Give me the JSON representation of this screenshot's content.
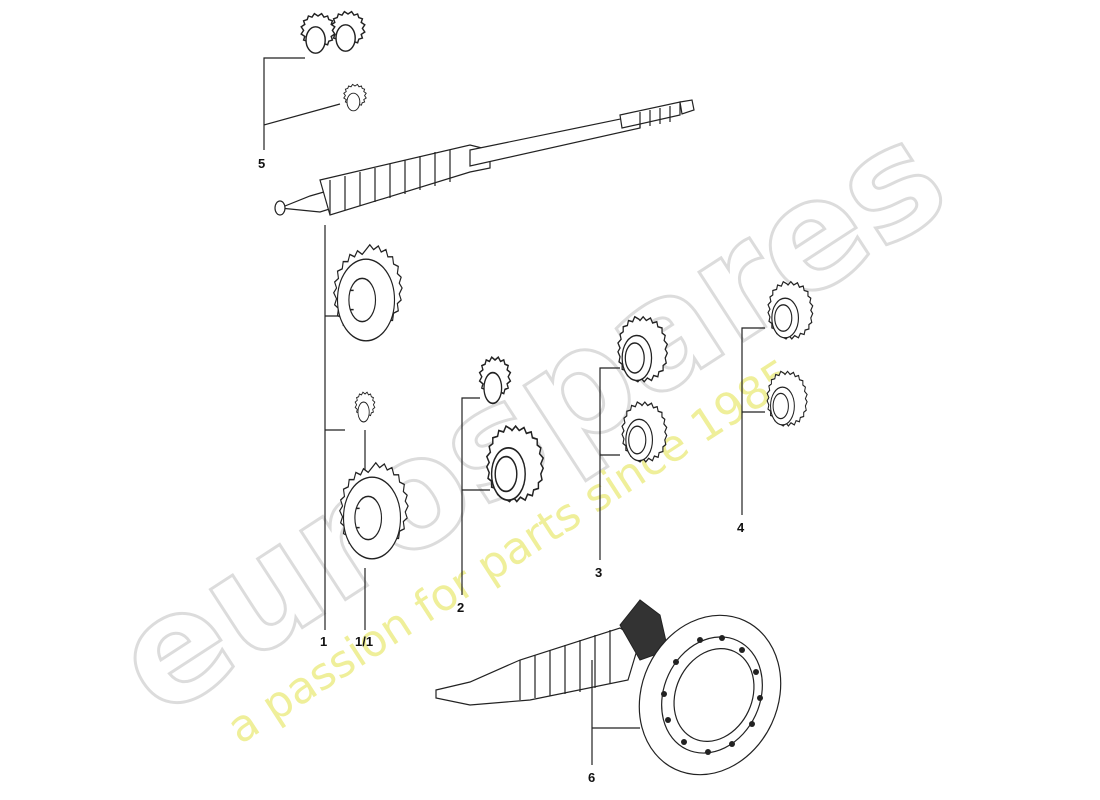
{
  "watermark": {
    "brand": "eurospares",
    "tagline": "a passion for parts since 1985",
    "brand_color": "#dcdcdc",
    "tagline_color": "#efef9a"
  },
  "callouts": [
    {
      "id": "c5",
      "label": "5"
    },
    {
      "id": "c1",
      "label": "1"
    },
    {
      "id": "c11",
      "label": "1/1"
    },
    {
      "id": "c2",
      "label": "2"
    },
    {
      "id": "c3",
      "label": "3"
    },
    {
      "id": "c4",
      "label": "4"
    },
    {
      "id": "c6",
      "label": "6"
    }
  ]
}
